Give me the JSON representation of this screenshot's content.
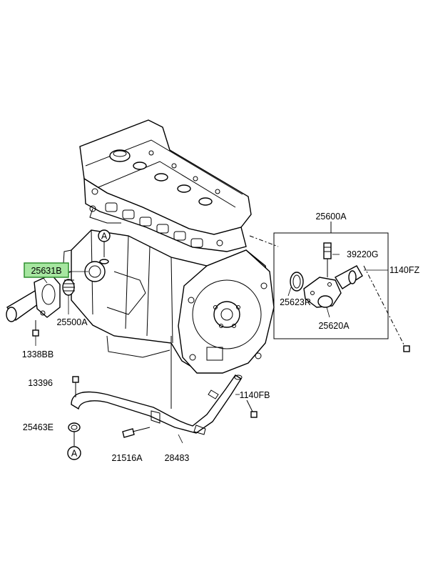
{
  "labels": {
    "p25631B": "25631B",
    "p25500A": "25500A",
    "p1338BB": "1338BB",
    "p13396": "13396",
    "p25463E": "25463E",
    "pA_bottom": "A",
    "pA_top": "A",
    "p21516A": "21516A",
    "p28483": "28483",
    "p1140FB": "1140FB",
    "p25600A": "25600A",
    "p39220G": "39220G",
    "p1140FZ": "1140FZ",
    "p25623R": "25623R",
    "p25620A": "25620A"
  },
  "colors": {
    "highlight_fill": "#a6e6a0",
    "highlight_stroke": "#2f8f2f",
    "line": "#000000",
    "background": "#ffffff"
  }
}
